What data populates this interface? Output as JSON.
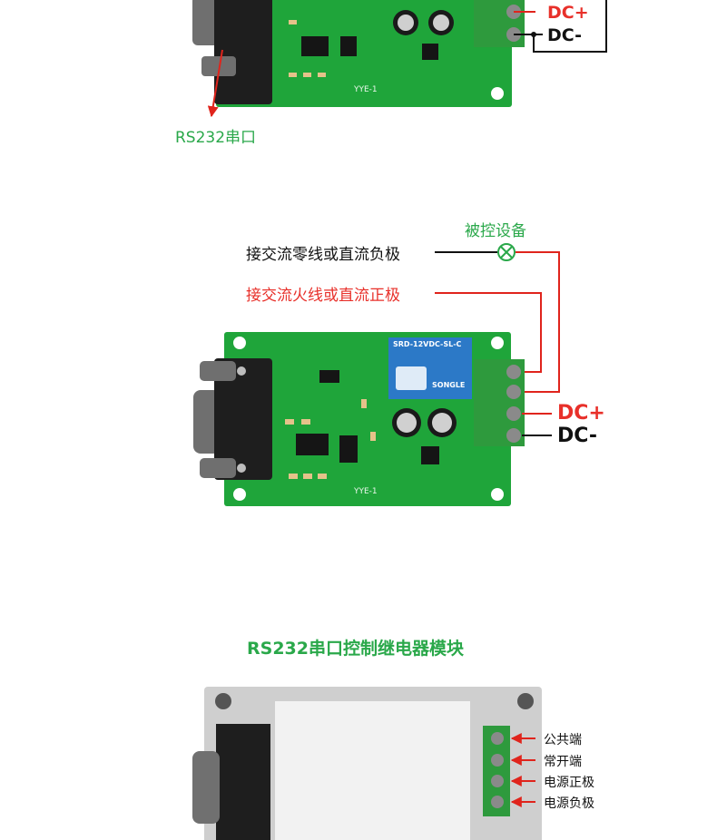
{
  "section1": {
    "dc_plus": "DC+",
    "dc_minus": "DC-",
    "serial_label": "RS232串口",
    "board_silk": "YYE-1"
  },
  "section2": {
    "controlled_device": "被控设备",
    "neutral_label": "接交流零线或直流负极",
    "live_label": "接交流火线或直流正极",
    "dc_plus": "DC+",
    "dc_minus": "DC-",
    "board_silk": "YYE-1",
    "relay_marking": "SRD-12VDC-SL-C",
    "relay_brand": "SONGLE"
  },
  "section3": {
    "title": "RS232串口控制继电器模块",
    "terminals": [
      "公共端",
      "常开端",
      "电源正极",
      "电源负极"
    ]
  },
  "colors": {
    "label_green": "#2aa84a",
    "label_red": "#e8302a",
    "pcb_green": "#1fa53a",
    "wire_red": "#d9302a"
  }
}
